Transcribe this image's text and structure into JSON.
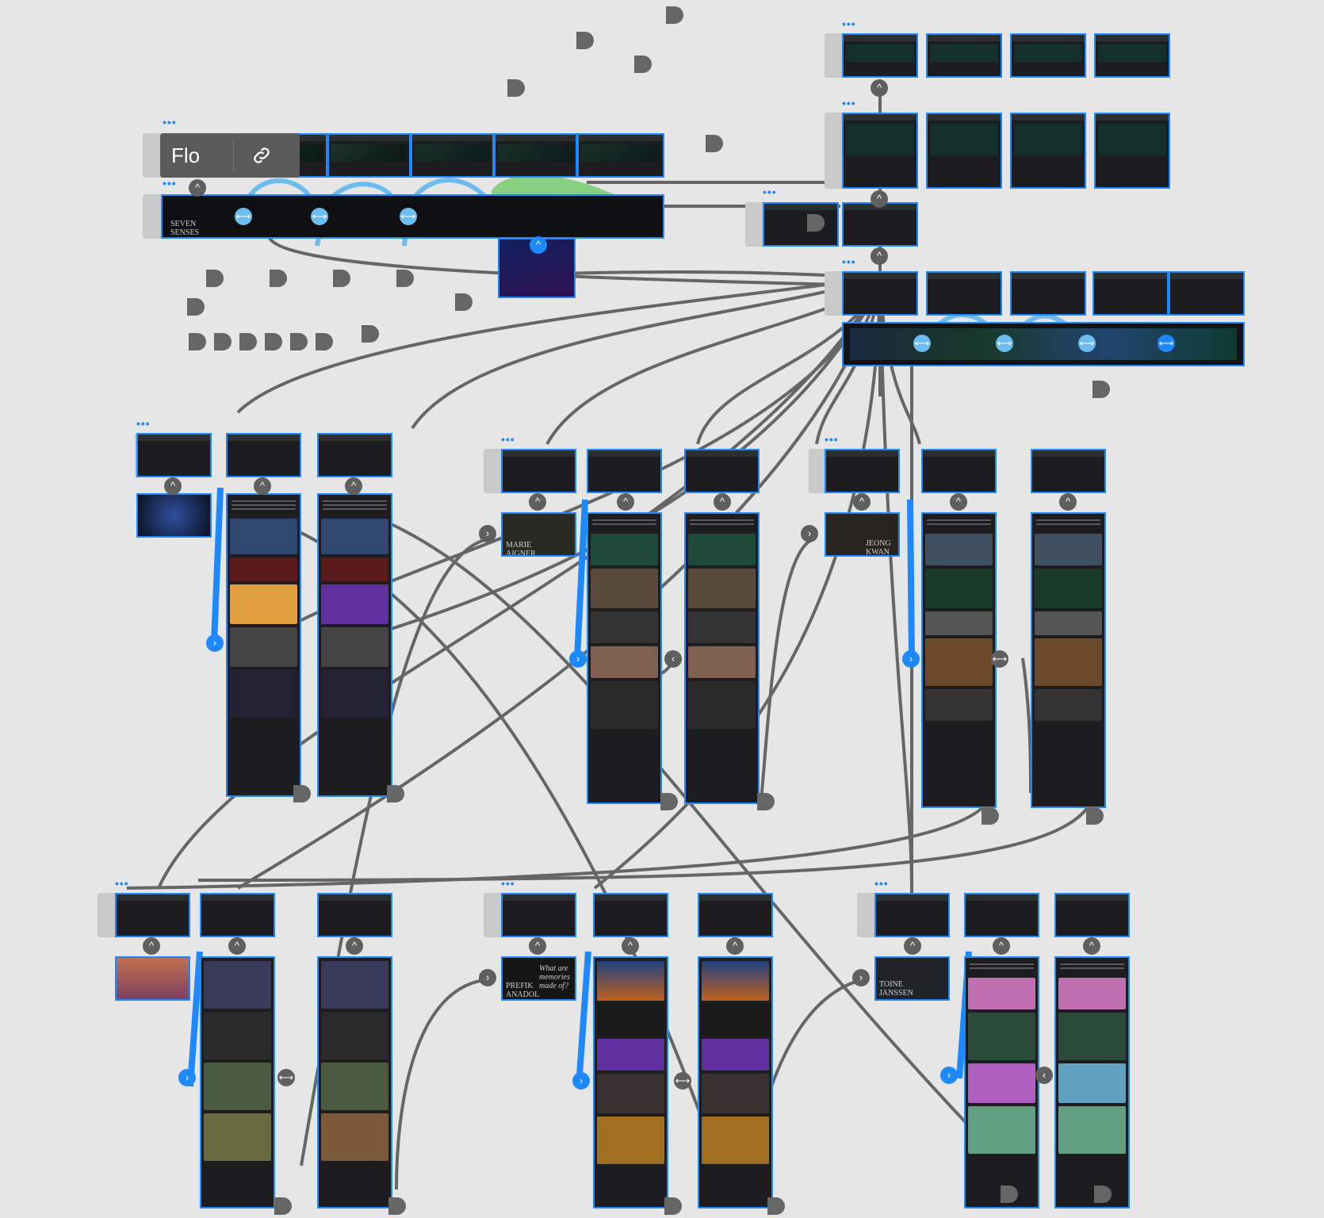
{
  "toolbar": {
    "flow_label": "Flo",
    "link_icon": "link-icon"
  },
  "brand_texts": {
    "seven_senses": "SEVEN SENSES",
    "marie_aigner": "MARIE AIGNER",
    "jeong_kwan": "JEONG KWAN",
    "prefik_anadol": "PREFIK ANADOL",
    "toine_janssen": "TOINE JANSSEN",
    "what_are_memories": "What are memories made of?"
  },
  "colors": {
    "canvas": "#e6e6e6",
    "selection": "#1e88ff",
    "connector": "#5f5f5f",
    "frame_bg": "#1d1d1f"
  }
}
